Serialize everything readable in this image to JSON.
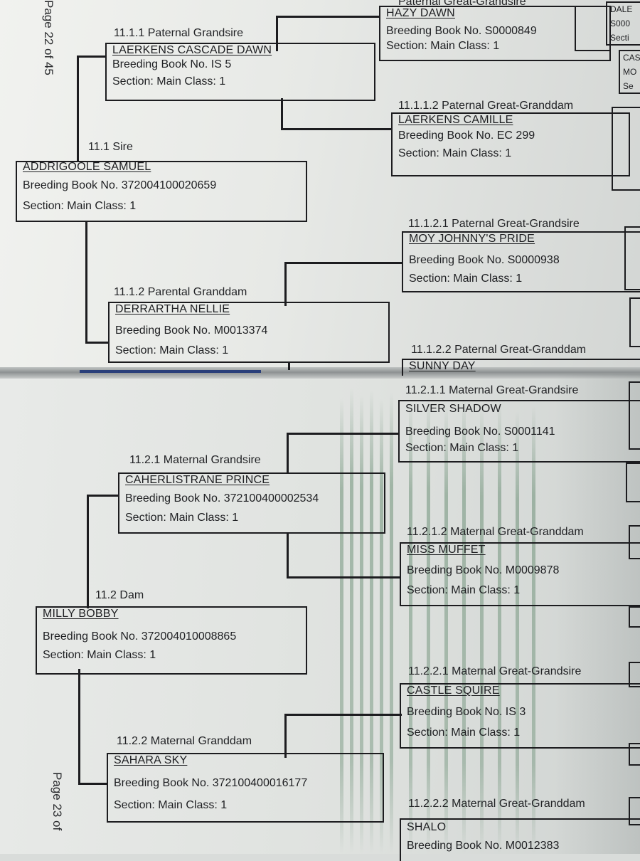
{
  "pages": {
    "top": "Page 22 of 45",
    "bottom": "Page 23 of"
  },
  "sire_side": {
    "great_grandsire_1": {
      "label": "Paternal Great-Grandsire",
      "name": "HAZY DAWN",
      "bb": "Breeding Book No. S0000849",
      "section": "Section: Main Class: 1"
    },
    "grandsire": {
      "label": "11.1.1 Paternal Grandsire",
      "name": "LAERKENS CASCADE DAWN",
      "bb": "Breeding Book No. IS 5",
      "section": "Section: Main Class: 1"
    },
    "great_granddam_1": {
      "label": "11.1.1.2 Paternal Great-Granddam",
      "name": "LAERKENS CAMILLE",
      "bb": "Breeding Book No. EC 299",
      "section": "Section: Main Class: 1"
    },
    "sire": {
      "label": "11.1 Sire",
      "name": "ADDRIGOOLE SAMUEL",
      "bb": "Breeding Book No. 372004100020659",
      "section": "Section: Main Class: 1"
    },
    "great_grandsire_2": {
      "label": "11.1.2.1 Paternal Great-Grandsire",
      "name": "MOY JOHNNY'S PRIDE",
      "bb": "Breeding Book No. S0000938",
      "section": "Section: Main Class: 1"
    },
    "granddam": {
      "label": "11.1.2 Parental Granddam",
      "name": "DERRARTHA NELLIE",
      "bb": "Breeding Book No. M0013374",
      "section": "Section: Main Class: 1"
    },
    "great_granddam_2": {
      "label": "11.1.2.2 Paternal Great-Granddam",
      "name": "SUNNY DAY"
    }
  },
  "dam_side": {
    "great_grandsire_1": {
      "label": "11.2.1.1 Maternal Great-Grandsire",
      "name": "SILVER SHADOW",
      "bb": "Breeding Book No. S0001141",
      "section": "Section: Main Class: 1"
    },
    "grandsire": {
      "label": "11.2.1 Maternal Grandsire",
      "name": "CAHERLISTRANE PRINCE",
      "bb": "Breeding Book No. 372100400002534",
      "section": "Section: Main Class: 1"
    },
    "great_granddam_1": {
      "label": "11.2.1.2 Maternal Great-Granddam",
      "name": "MISS MUFFET",
      "bb": "Breeding Book No. M0009878",
      "section": "Section: Main Class: 1"
    },
    "dam": {
      "label": "11.2 Dam",
      "name": "MILLY BOBBY",
      "bb": "Breeding Book No. 372004010008865",
      "section": "Section: Main Class: 1"
    },
    "great_grandsire_2": {
      "label": "11.2.2.1 Maternal Great-Grandsire",
      "name": "CASTLE SQUIRE",
      "bb": "Breeding Book No. IS 3",
      "section": "Section: Main Class: 1"
    },
    "granddam": {
      "label": "11.2.2 Maternal Granddam",
      "name": "SAHARA SKY",
      "bb": "Breeding Book No. 372100400016177",
      "section": "Section: Main Class: 1"
    },
    "great_granddam_2": {
      "label": "11.2.2.2 Maternal Great-Granddam",
      "name": "SHALO",
      "bb": "Breeding Book No. M0012383"
    }
  },
  "edge_stubs": {
    "a": {
      "line1": "DALE",
      "line2": "S000",
      "line3": "Secti"
    },
    "b": {
      "line1": "CAS",
      "line2": "MO",
      "line3": "Se"
    }
  }
}
